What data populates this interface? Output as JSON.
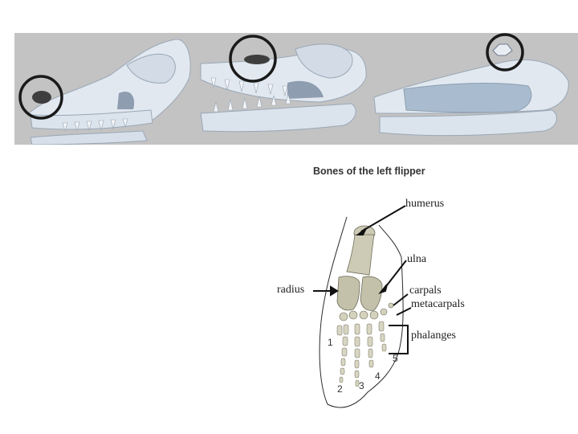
{
  "title": "Bones of the left flipper",
  "labels": {
    "humerus": "humerus",
    "ulna": "ulna",
    "radius": "radius",
    "carpals": "carpals",
    "metacarpals": "metacarpals",
    "phalanges": "phalanges"
  },
  "digits": [
    "1",
    "2",
    "3",
    "4",
    "5"
  ],
  "colors": {
    "banner": "#c3c3c3",
    "bone": "#dfe6ee",
    "bone_dark": "#b9c7d6",
    "flipper_bone": "#c9c7b4",
    "circle": "#1a1a1a"
  }
}
